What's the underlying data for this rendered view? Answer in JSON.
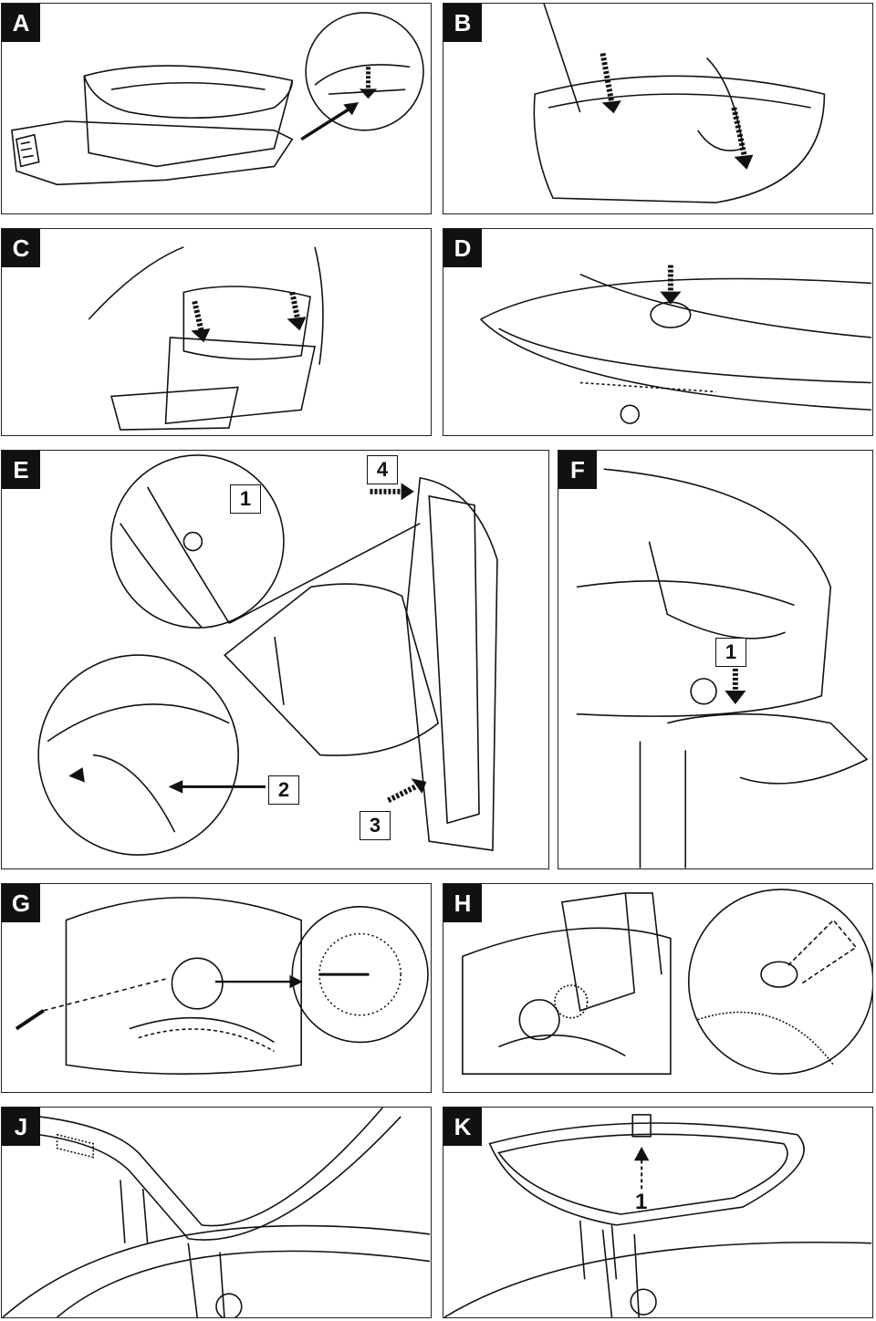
{
  "panels": [
    {
      "id": "A",
      "label": "A"
    },
    {
      "id": "B",
      "label": "B"
    },
    {
      "id": "C",
      "label": "C"
    },
    {
      "id": "D",
      "label": "D"
    },
    {
      "id": "E",
      "label": "E",
      "callouts": [
        "1",
        "2",
        "3",
        "4"
      ]
    },
    {
      "id": "F",
      "label": "F",
      "callouts": [
        "1"
      ]
    },
    {
      "id": "G",
      "label": "G"
    },
    {
      "id": "H",
      "label": "H"
    },
    {
      "id": "J",
      "label": "J"
    },
    {
      "id": "K",
      "label": "K",
      "callouts": [
        "1"
      ]
    }
  ],
  "colors": {
    "ink": "#111111",
    "paper": "#ffffff",
    "frame": "#222222"
  }
}
